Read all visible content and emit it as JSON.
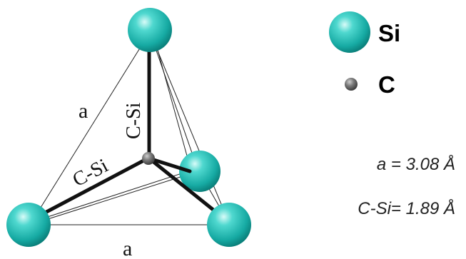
{
  "diagram": {
    "labels": {
      "edge_left": "a",
      "edge_bottom": "a",
      "bond_vertical": "C-Si",
      "bond_left": "C-Si"
    },
    "legend": {
      "si_label": "Si",
      "c_label": "C"
    },
    "values": {
      "a_value": "a = 3.08 Å",
      "csi_value": "C-Si= 1.89 Å"
    },
    "colors": {
      "silicon": "#2ec4bc",
      "silicon_highlight": "#bff3ef",
      "silicon_shade": "#0f8f8a",
      "carbon": "#7a7a7a",
      "bond": "#111111",
      "edge": "#222222"
    }
  }
}
